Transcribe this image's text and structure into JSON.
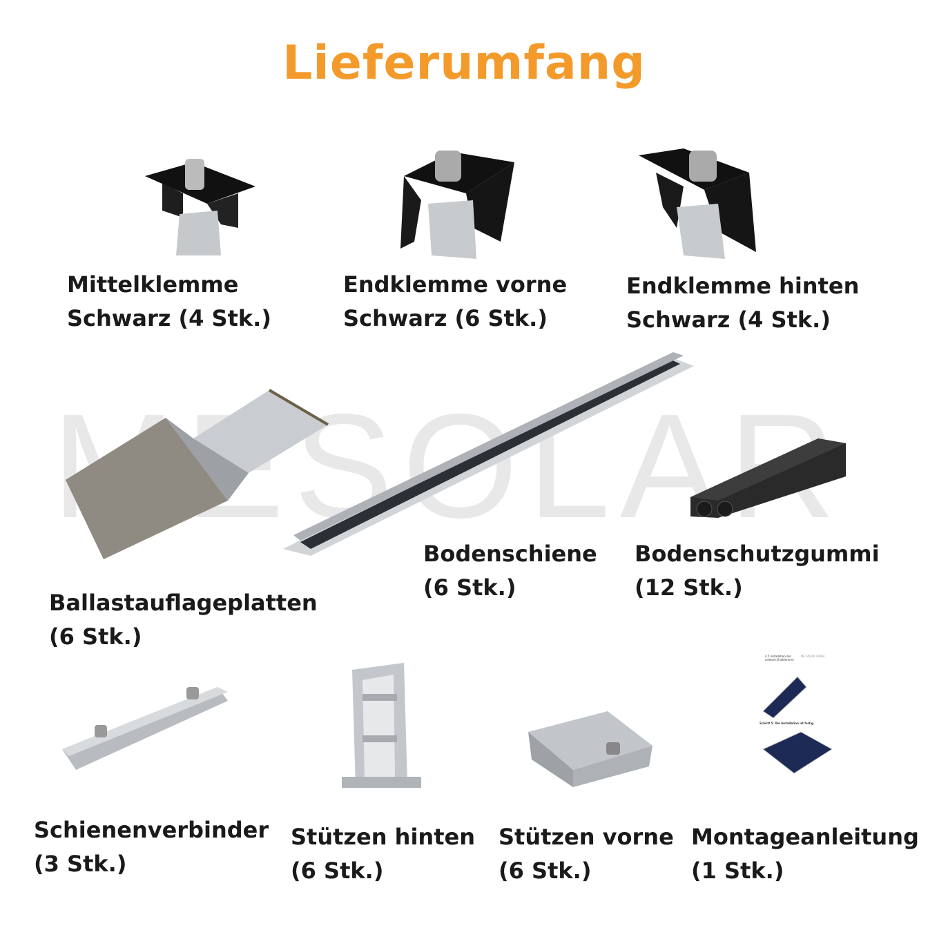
{
  "title": "Lieferumfang",
  "watermark": "MESOLAR",
  "colors": {
    "title": "#F39A2B",
    "text": "#1a1a1a"
  },
  "items": [
    {
      "line1": "Mittelklemme",
      "line2": "Schwarz (4 Stk.)"
    },
    {
      "line1": "Endklemme vorne",
      "line2": "Schwarz (6 Stk.)"
    },
    {
      "line1": "Endklemme hinten",
      "line2": "Schwarz (4 Stk.)"
    },
    {
      "line1": "Ballastauflageplatten",
      "line2": "(6 Stk.)"
    },
    {
      "line1": "Bodenschiene",
      "line2": "(6 Stk.)"
    },
    {
      "line1": "Bodenschutzgummi",
      "line2": "(12 Stk.)"
    },
    {
      "line1": "Schienenverbinder",
      "line2": "(3 Stk.)"
    },
    {
      "line1": "Stützen hinten",
      "line2": "(6 Stk.)"
    },
    {
      "line1": "Stützen vorne",
      "line2": "(6 Stk.)"
    },
    {
      "line1": "Montageanleitung",
      "line2": "(1 Stk.)"
    }
  ],
  "manual": {
    "section": "4.5 Installation der anderen Endklemme",
    "brand": "ME SOLAR GMBH",
    "step": "Schritt 5. Die Installation ist fertig."
  }
}
